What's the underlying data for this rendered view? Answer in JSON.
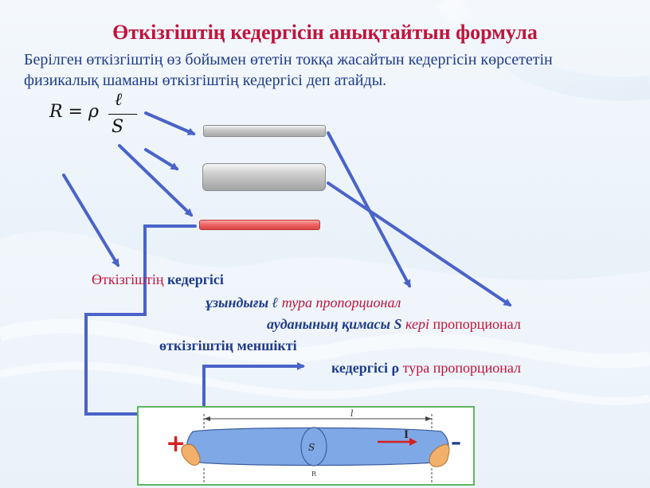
{
  "title": "Өткізгіштің кедергісін анықтайтын формула",
  "intro": "Берілген өткізгіштің өз бойымен өтетін токқа жасайтын кедергісін көрсететін физикалық шаманы өткізгіштің кедергісі деп атайды.",
  "formula": {
    "lhs": "R = ρ",
    "numerator": "ℓ",
    "denominator": "S"
  },
  "statements": {
    "line1_prefix": "Өткізгіштің ",
    "line1_bold": "кедергісі",
    "line2_bold": "ұзындығы ℓ",
    "line2_rest": " тура пропорционал",
    "line3_bold": "ауданының қимасы  S",
    "line3_italic": " кері",
    "line3_rest": " пропорционал",
    "line4_bold": "өткізгіштің меншікті",
    "line5_bold": "кедергісі ρ",
    "line5_rest": "  тура пропорционал"
  },
  "figure": {
    "length_label": "l",
    "area_label": "S",
    "current_label": "I",
    "resistance_label": "R",
    "plus_sign": "+",
    "minus_sign": "–"
  },
  "colors": {
    "title_red": "#c0143c",
    "text_blue": "#1f3c8c",
    "arrow_blue": "#4a63c8",
    "conductor_red": "#ef6262",
    "wire_fill": "#7fa8e6",
    "terminal_orange": "#f3b06a",
    "frame_green": "#5fb65f"
  }
}
